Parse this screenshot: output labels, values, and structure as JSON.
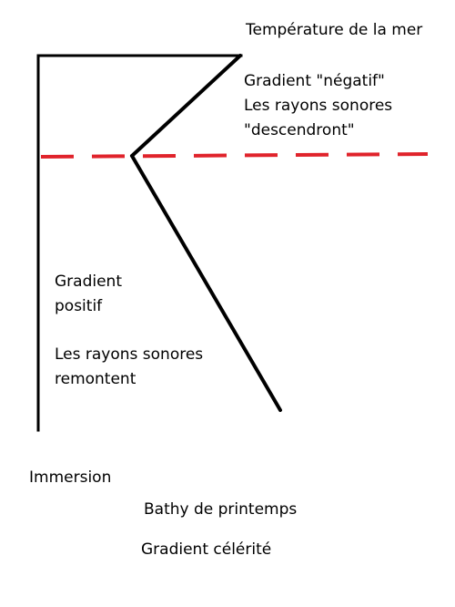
{
  "labels": {
    "sea_temperature": "Température de la mer",
    "negative_gradient": {
      "line1": "Gradient \"négatif\"",
      "line2": "Les rayons sonores",
      "line3": "\"descendront\""
    },
    "positive_gradient": {
      "line1": "Gradient",
      "line2": "positif",
      "rays_line1": "Les rayons sonores",
      "rays_line2": "remontent"
    },
    "immersion": "Immersion",
    "spring_bathy": "Bathy de printemps",
    "celerity_gradient": "Gradient célérité"
  },
  "colors": {
    "axis": "#000000",
    "profile": "#000000",
    "layer_boundary": "#e0232b"
  }
}
